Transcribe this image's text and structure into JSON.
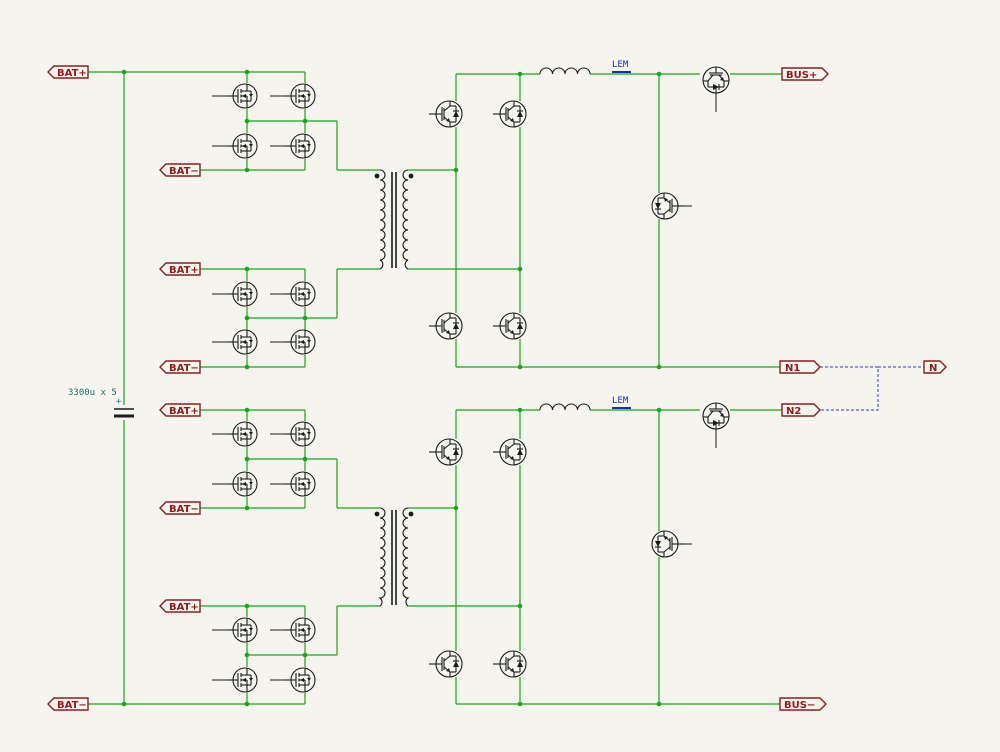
{
  "schematic": {
    "net_labels": {
      "bat_plus_top": "BAT+",
      "bat_minus_1": "BAT−",
      "bat_plus_2": "BAT+",
      "bat_minus_2": "BAT−",
      "bat_plus_3": "BAT+",
      "bat_minus_3": "BAT−",
      "bat_plus_4": "BAT+",
      "bat_minus_bottom": "BAT−",
      "bus_plus": "BUS+",
      "bus_minus": "BUS−",
      "n1": "N1",
      "n2": "N2",
      "n": "N"
    },
    "capacitor_value": "3300u x 5",
    "capacitor_polarity": "+",
    "lem_top": "LEM",
    "lem_bottom": "LEM",
    "colors": {
      "wire": "#1aa51a",
      "label": "#8a1e1e",
      "background": "#f5f4ef",
      "dashed_link": "#2a3ad0",
      "component": "#1a1a1a"
    }
  }
}
